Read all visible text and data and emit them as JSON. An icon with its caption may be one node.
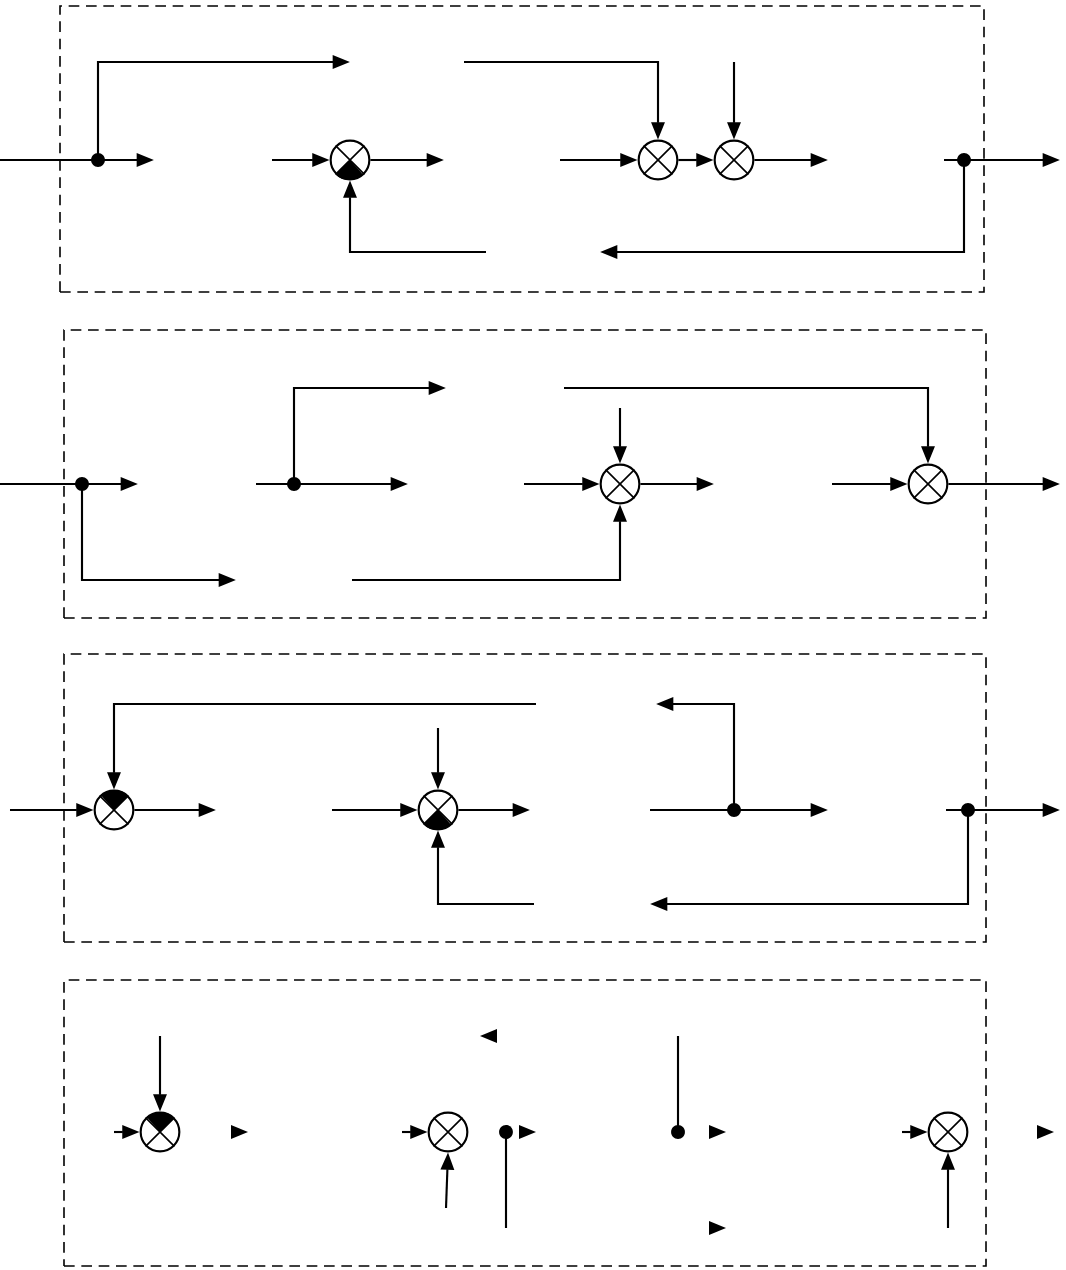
{
  "diagram": {
    "nodes": [
      {
        "text": [],
        "shape": "box"
      },
      {
        "text": [],
        "shape": "circle",
        "in": 0
      },
      {
        "text": [],
        "shape": "circle",
        "in": 0
      },
      {
        "text": [],
        "shape": "circle",
        "in": 0
      },
      {
        "text": [],
        "shape": "box"
      },
      {
        "text": [],
        "shape": "circle",
        "in": 4
      },
      {
        "text": [],
        "shape": "circle",
        "in": 4
      },
      {
        "text": [],
        "shape": "box"
      },
      {
        "text": [],
        "shape": "circle",
        "in": 7
      },
      {
        "text": [],
        "shape": "circle",
        "in": 7
      },
      {
        "text": [],
        "shape": "box"
      },
      {
        "text": [],
        "shape": "circle",
        "in": 10
      },
      {
        "text": [],
        "shape": "circle",
        "in": 10
      },
      {
        "text": [],
        "shape": "circle",
        "in": 10
      }
    ],
    "edges": [
      {
        "from": null,
        "to": 1,
        "arrow": "to"
      },
      {
        "from": null,
        "to": 1,
        "arrow": "to"
      },
      {
        "from": 1,
        "to": null,
        "arrow": "to"
      },
      {
        "from": null,
        "to": 2,
        "arrow": "to"
      },
      {
        "from": null,
        "to": 2,
        "arrow": "to"
      },
      {
        "from": 2,
        "to": 3,
        "arrow": "to"
      },
      {
        "from": null,
        "to": 3,
        "arrow": "to"
      },
      {
        "from": 3,
        "to": null,
        "arrow": "to"
      },
      {
        "from": null,
        "to": 5,
        "arrow": "to"
      },
      {
        "from": null,
        "to": 5,
        "arrow": "to"
      },
      {
        "from": null,
        "to": 5,
        "arrow": "to"
      },
      {
        "from": 5,
        "to": null,
        "arrow": "to"
      },
      {
        "from": null,
        "to": 6,
        "arrow": "to"
      },
      {
        "from": null,
        "to": 6,
        "arrow": "to"
      },
      {
        "from": 6,
        "to": null,
        "arrow": "to"
      },
      {
        "from": null,
        "to": 8,
        "arrow": "to"
      },
      {
        "from": null,
        "to": 8,
        "arrow": "to"
      },
      {
        "from": 8,
        "to": null,
        "arrow": "to"
      },
      {
        "from": null,
        "to": 9,
        "arrow": "to"
      },
      {
        "from": null,
        "to": 9,
        "arrow": "to"
      },
      {
        "from": null,
        "to": 9,
        "arrow": "to"
      },
      {
        "from": 9,
        "to": null,
        "arrow": "to"
      },
      {
        "from": null,
        "to": 11,
        "arrow": "to"
      },
      {
        "from": null,
        "to": 11,
        "arrow": "to"
      },
      {
        "from": null,
        "to": 12,
        "arrow": "to"
      },
      {
        "from": null,
        "to": 12,
        "arrow": "to"
      },
      {
        "from": null,
        "to": 13,
        "arrow": "to"
      },
      {
        "from": null,
        "to": 13,
        "arrow": "to"
      }
    ]
  }
}
